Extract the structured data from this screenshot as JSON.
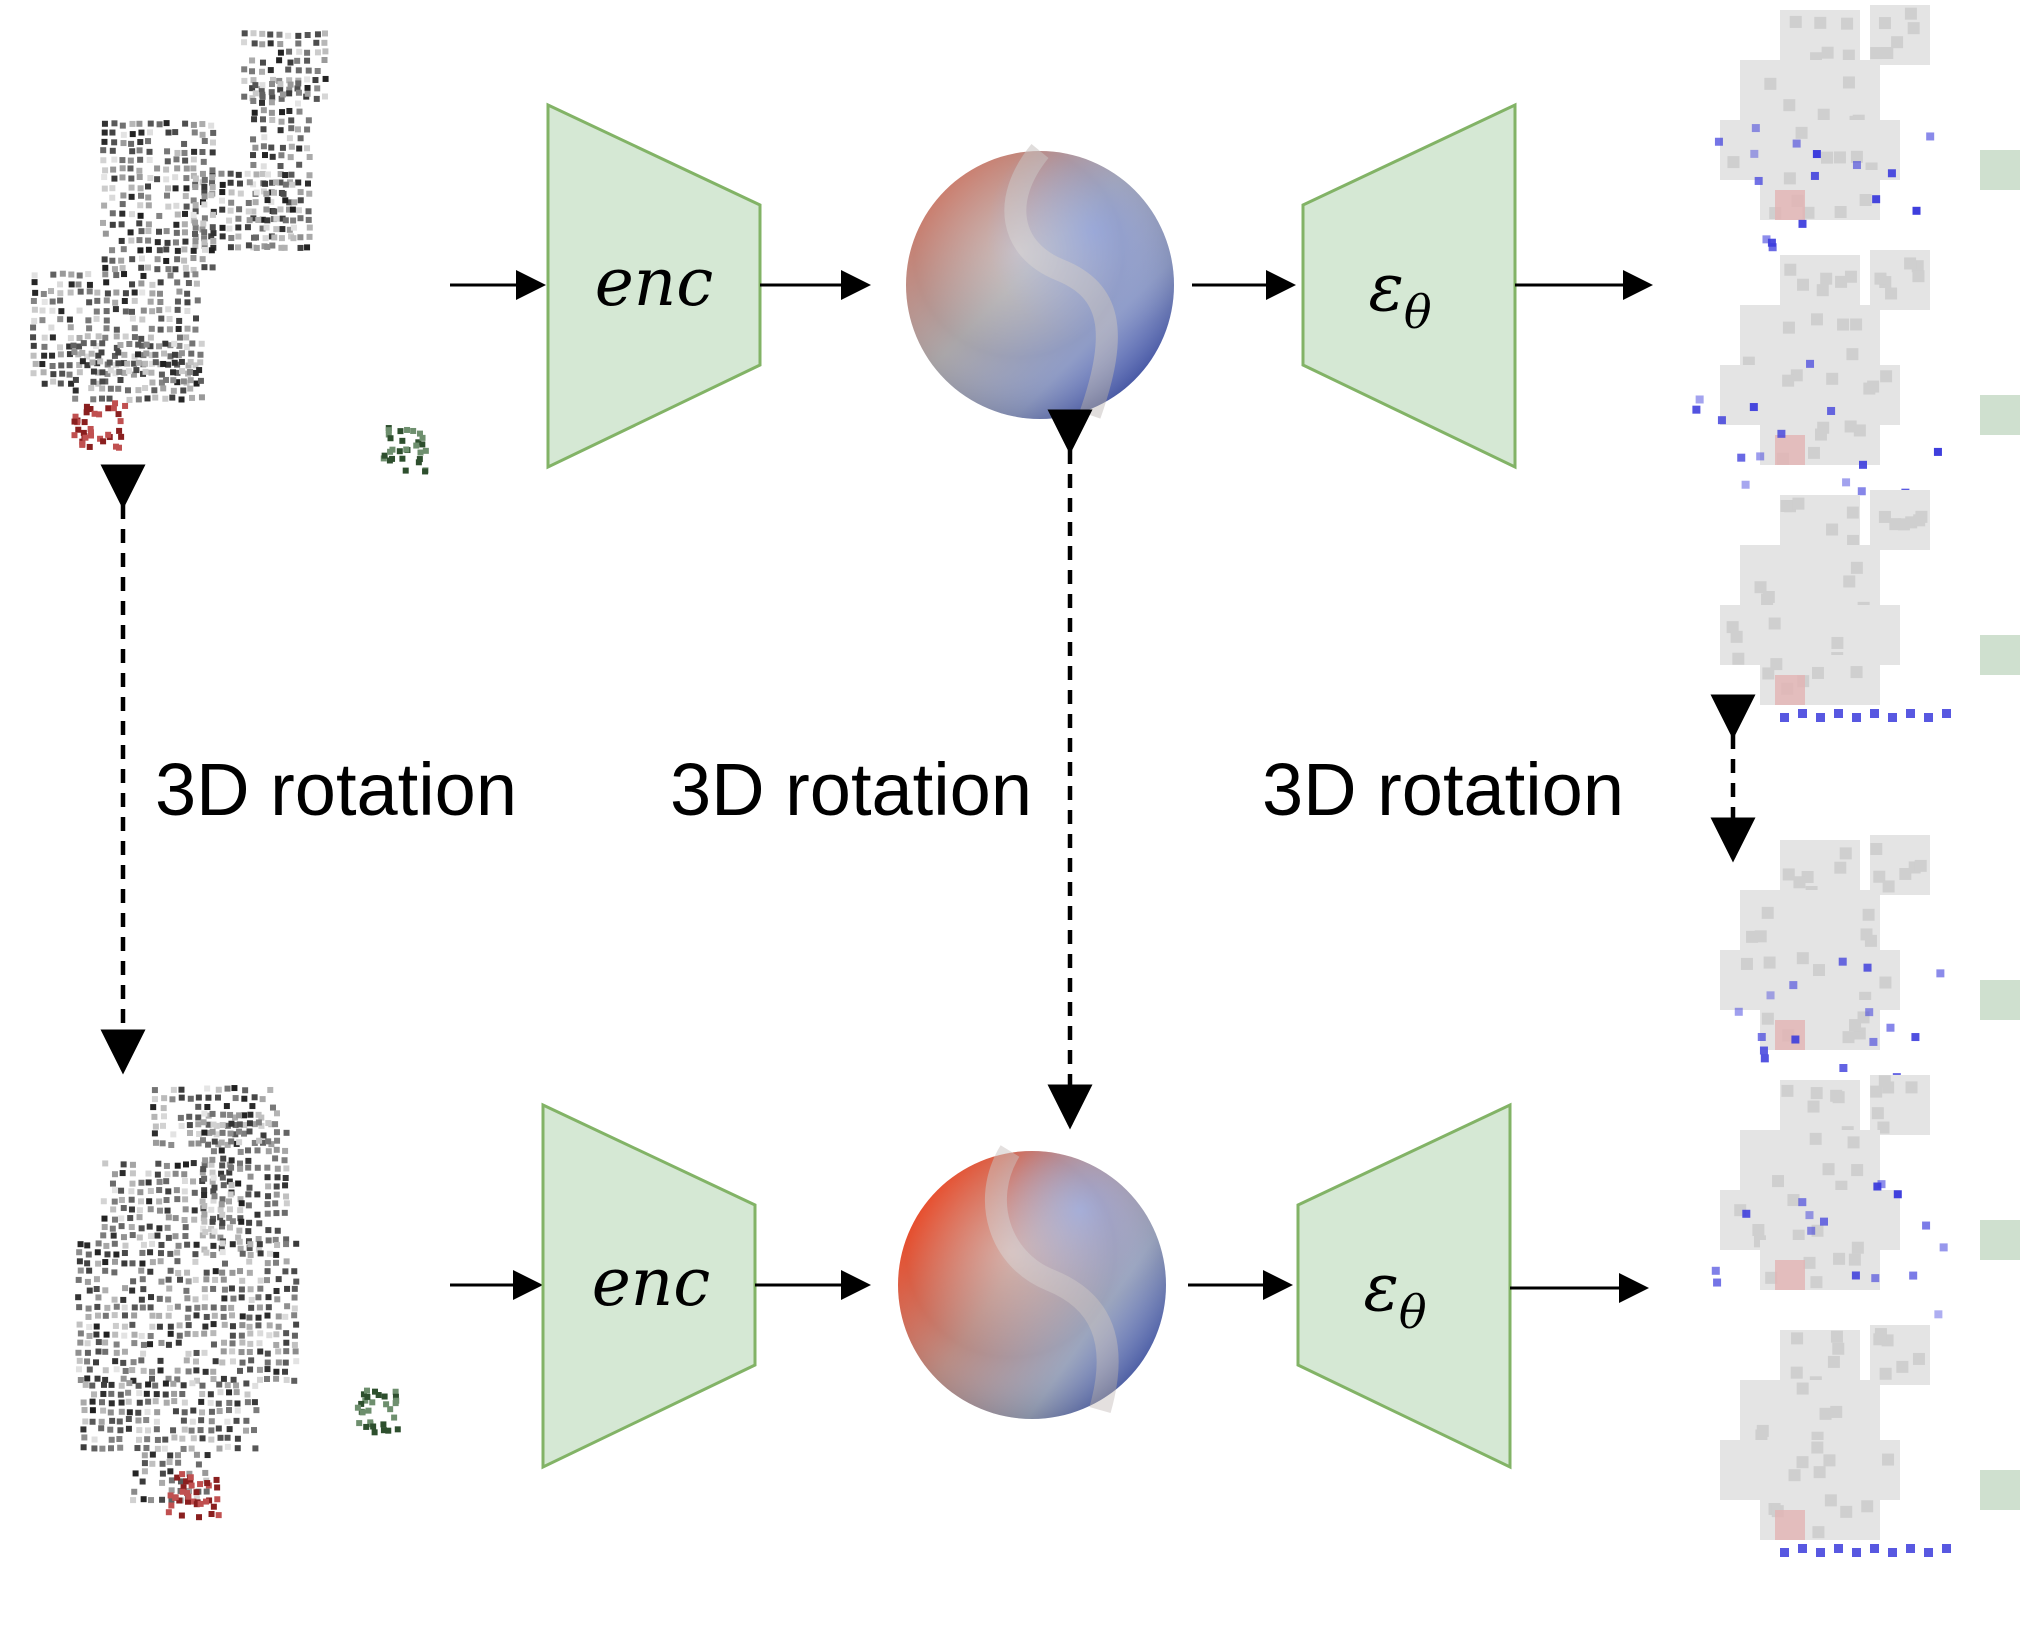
{
  "labels": {
    "rotation_left": "3D rotation",
    "rotation_middle": "3D rotation",
    "rotation_right": "3D rotation"
  },
  "modules": {
    "encoder_top": "enc",
    "encoder_bottom": "enc",
    "denoiser_top": "ε",
    "denoiser_top_sub": "θ",
    "denoiser_bottom": "ε",
    "denoiser_bottom_sub": "θ"
  },
  "colors": {
    "module_fill": "#d5e8d4",
    "module_stroke": "#82b366",
    "sphere_red": "#e8512f",
    "sphere_blue": "#2f4fd0",
    "trajectory": "#3b3bdc",
    "gripper": "#b03a3a",
    "cube": "#3e6b3e"
  }
}
